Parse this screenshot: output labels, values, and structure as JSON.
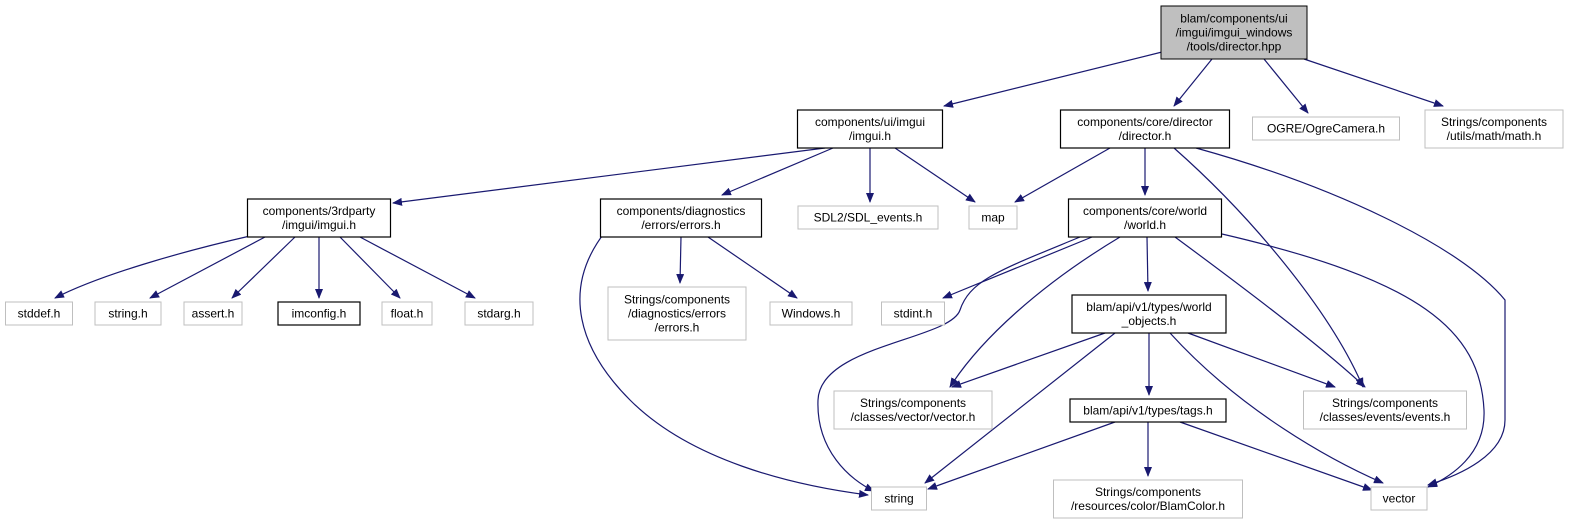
{
  "diagram": {
    "type": "include-dependency-graph",
    "colors": {
      "edge": "#191970",
      "root_fill": "#bfbfbf",
      "node_border": "#000000",
      "external_border": "#bfbfbf"
    },
    "nodes": [
      {
        "id": "root",
        "lines": [
          "blam/components/ui",
          "/imgui/imgui_windows",
          "/tools/director.hpp"
        ],
        "kind": "root"
      },
      {
        "id": "ui_imgui",
        "lines": [
          "components/ui/imgui",
          "/imgui.h"
        ],
        "kind": "file"
      },
      {
        "id": "core_director",
        "lines": [
          "components/core/director",
          "/director.h"
        ],
        "kind": "file"
      },
      {
        "id": "ogre_camera",
        "lines": [
          "OGRE/OgreCamera.h"
        ],
        "kind": "external"
      },
      {
        "id": "math",
        "lines": [
          "Strings/components",
          "/utils/math/math.h"
        ],
        "kind": "external"
      },
      {
        "id": "thirdparty_imgui",
        "lines": [
          "components/3rdparty",
          "/imgui/imgui.h"
        ],
        "kind": "file"
      },
      {
        "id": "diag_errors",
        "lines": [
          "components/diagnostics",
          "/errors/errors.h"
        ],
        "kind": "file"
      },
      {
        "id": "sdl_events",
        "lines": [
          "SDL2/SDL_events.h"
        ],
        "kind": "external"
      },
      {
        "id": "map",
        "lines": [
          "map"
        ],
        "kind": "external"
      },
      {
        "id": "world",
        "lines": [
          "components/core/world",
          "/world.h"
        ],
        "kind": "file"
      },
      {
        "id": "stddef",
        "lines": [
          "stddef.h"
        ],
        "kind": "external"
      },
      {
        "id": "string_h",
        "lines": [
          "string.h"
        ],
        "kind": "external"
      },
      {
        "id": "assert",
        "lines": [
          "assert.h"
        ],
        "kind": "external"
      },
      {
        "id": "imconfig",
        "lines": [
          "imconfig.h"
        ],
        "kind": "file"
      },
      {
        "id": "float",
        "lines": [
          "float.h"
        ],
        "kind": "external"
      },
      {
        "id": "stdarg",
        "lines": [
          "stdarg.h"
        ],
        "kind": "external"
      },
      {
        "id": "strings_errors",
        "lines": [
          "Strings/components",
          "/diagnostics/errors",
          "/errors.h"
        ],
        "kind": "external"
      },
      {
        "id": "windows",
        "lines": [
          "Windows.h"
        ],
        "kind": "external"
      },
      {
        "id": "stdint",
        "lines": [
          "stdint.h"
        ],
        "kind": "external"
      },
      {
        "id": "world_objects",
        "lines": [
          "blam/api/v1/types/world",
          "_objects.h"
        ],
        "kind": "file"
      },
      {
        "id": "vector_h",
        "lines": [
          "Strings/components",
          "/classes/vector/vector.h"
        ],
        "kind": "external"
      },
      {
        "id": "events",
        "lines": [
          "Strings/components",
          "/classes/events/events.h"
        ],
        "kind": "external"
      },
      {
        "id": "tags",
        "lines": [
          "blam/api/v1/types/tags.h"
        ],
        "kind": "file"
      },
      {
        "id": "string",
        "lines": [
          "string"
        ],
        "kind": "external"
      },
      {
        "id": "blamcolor",
        "lines": [
          "Strings/components",
          "/resources/color/BlamColor.h"
        ],
        "kind": "external"
      },
      {
        "id": "vector",
        "lines": [
          "vector"
        ],
        "kind": "external"
      }
    ],
    "edges": [
      {
        "from": "root",
        "to": "ui_imgui"
      },
      {
        "from": "root",
        "to": "core_director"
      },
      {
        "from": "root",
        "to": "ogre_camera"
      },
      {
        "from": "root",
        "to": "math"
      },
      {
        "from": "ui_imgui",
        "to": "thirdparty_imgui"
      },
      {
        "from": "ui_imgui",
        "to": "diag_errors"
      },
      {
        "from": "ui_imgui",
        "to": "sdl_events"
      },
      {
        "from": "ui_imgui",
        "to": "map"
      },
      {
        "from": "core_director",
        "to": "map"
      },
      {
        "from": "core_director",
        "to": "world"
      },
      {
        "from": "core_director",
        "to": "events"
      },
      {
        "from": "core_director",
        "to": "vector"
      },
      {
        "from": "thirdparty_imgui",
        "to": "stddef"
      },
      {
        "from": "thirdparty_imgui",
        "to": "string_h"
      },
      {
        "from": "thirdparty_imgui",
        "to": "assert"
      },
      {
        "from": "thirdparty_imgui",
        "to": "imconfig"
      },
      {
        "from": "thirdparty_imgui",
        "to": "float"
      },
      {
        "from": "thirdparty_imgui",
        "to": "stdarg"
      },
      {
        "from": "diag_errors",
        "to": "strings_errors"
      },
      {
        "from": "diag_errors",
        "to": "windows"
      },
      {
        "from": "diag_errors",
        "to": "string"
      },
      {
        "from": "world",
        "to": "stdint"
      },
      {
        "from": "world",
        "to": "world_objects"
      },
      {
        "from": "world",
        "to": "vector_h"
      },
      {
        "from": "world",
        "to": "events"
      },
      {
        "from": "world",
        "to": "string"
      },
      {
        "from": "world",
        "to": "vector"
      },
      {
        "from": "world_objects",
        "to": "vector_h"
      },
      {
        "from": "world_objects",
        "to": "events"
      },
      {
        "from": "world_objects",
        "to": "tags"
      },
      {
        "from": "world_objects",
        "to": "string"
      },
      {
        "from": "world_objects",
        "to": "vector"
      },
      {
        "from": "tags",
        "to": "string"
      },
      {
        "from": "tags",
        "to": "blamcolor"
      },
      {
        "from": "tags",
        "to": "vector"
      }
    ]
  }
}
